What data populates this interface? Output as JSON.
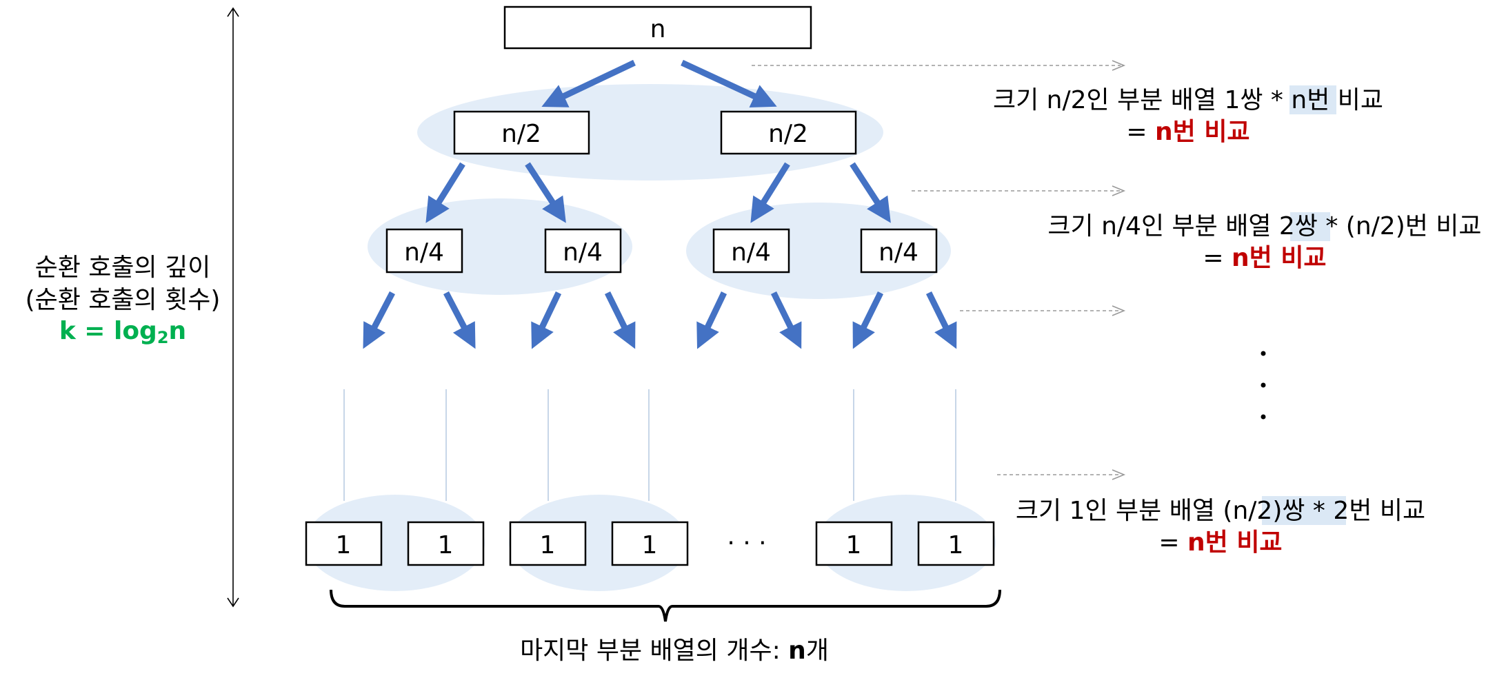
{
  "nodes": {
    "root": "n",
    "half": "n/2",
    "quarter": "n/4",
    "leaf": "1"
  },
  "leaf_gap": "· · ·",
  "vertical_dots": "⋮",
  "left_label": {
    "line1": "순환 호출의 깊이",
    "line2": "(순환 호출의 횟수)",
    "formula_k": "k = log",
    "formula_sub": "2",
    "formula_n": "n"
  },
  "right_labels": {
    "level1": {
      "pre": "크기 n/2인 부분 배열 ",
      "highlight": "1쌍",
      "post": " * n번 비교",
      "eq": "= ",
      "result": "n번 비교"
    },
    "level2": {
      "pre": "크기 n/4인 부분 배열 ",
      "highlight": "2쌍",
      "post": " * (n/2)번 비교",
      "eq": "= ",
      "result": "n번 비교"
    },
    "level3": {
      "pre": "크기 1인 부분 배열 ",
      "highlight": "(n/2)쌍",
      "post": " * 2번 비교",
      "eq": "= ",
      "result": "n번 비교"
    }
  },
  "bottom_label": {
    "pre": "마지막 부분 배열의 개수: ",
    "bold": "n",
    "post": "개"
  },
  "colors": {
    "arrow": "#4472c4",
    "ellipse": "#e3edf8",
    "result_red": "#c00000",
    "formula_green": "#00b050"
  }
}
